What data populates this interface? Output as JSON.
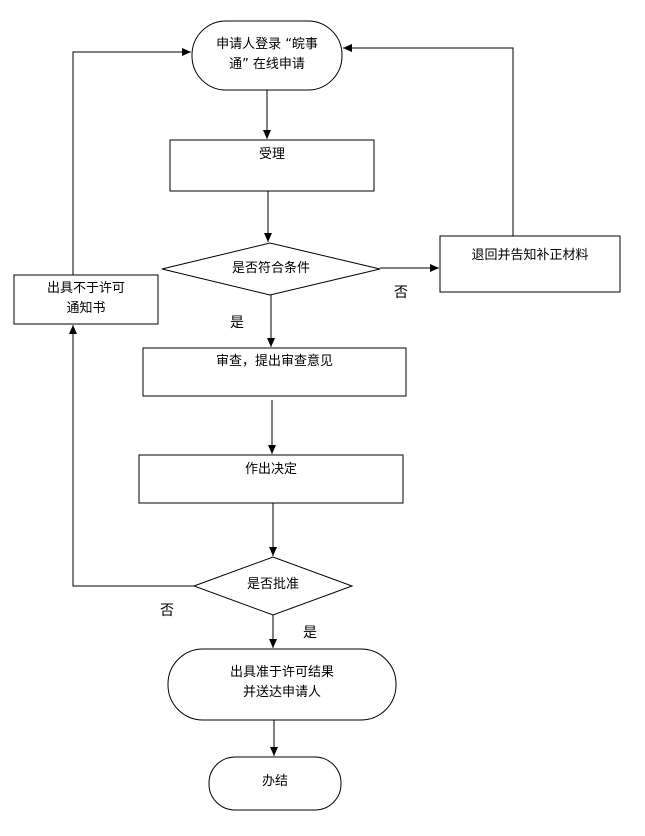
{
  "nodes": {
    "start_line1": "申请人登录 “皖事",
    "start_line2": "通” 在线申请",
    "accept": "受理",
    "check_condition": "是否符合条件",
    "return_materials": "退回并告知补正材料",
    "not_permit_line1": "出具不于许可",
    "not_permit_line2": "通知书",
    "review": "审查，提出审查意见",
    "decide": "作出决定",
    "approve_question": "是否批准",
    "result_line1": "出具准于许可结果",
    "result_line2": "并送达申请人",
    "finish": "办结"
  },
  "labels": {
    "no_1": "否",
    "yes_1": "是",
    "no_2": "否",
    "yes_2": "是"
  },
  "colors": {
    "stroke": "#000000",
    "background": "#ffffff"
  }
}
